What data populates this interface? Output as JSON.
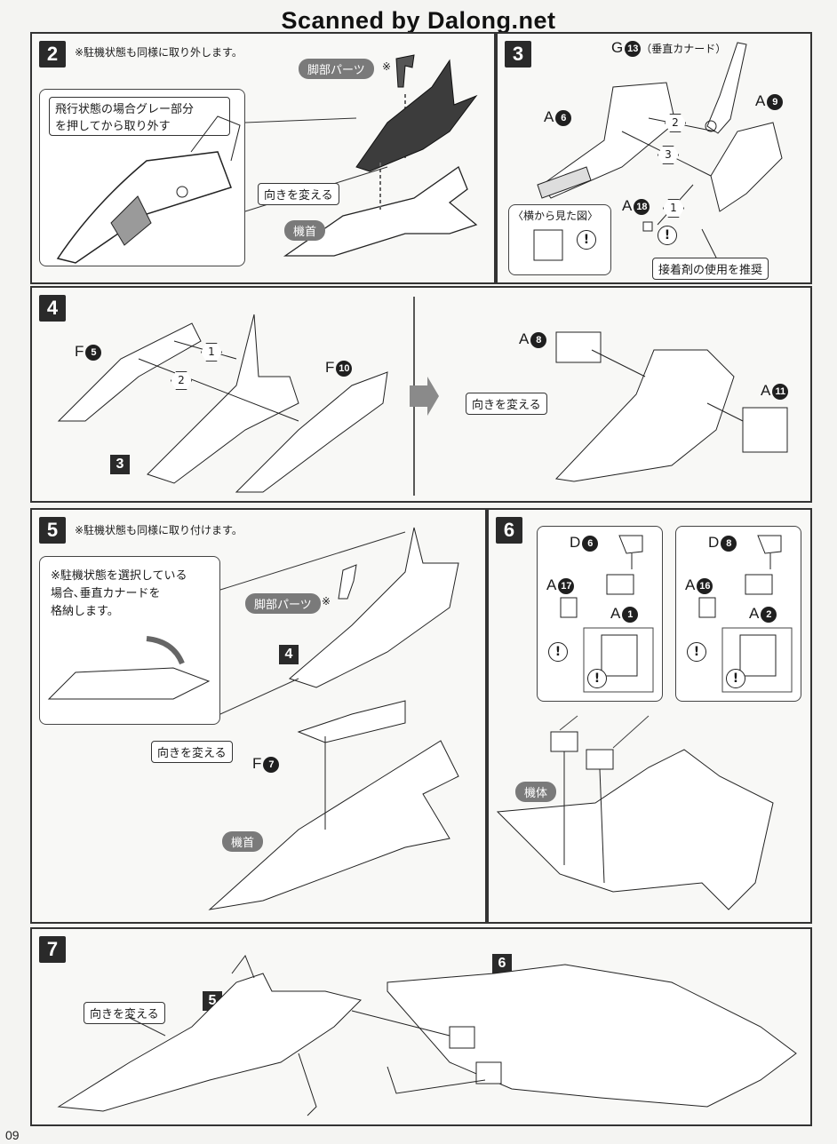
{
  "watermark": "Scanned by Dalong.net",
  "page_number": "09",
  "common": {
    "turn_around": "向きを変える",
    "nose": "機首",
    "leg_parts": "脚部パーツ",
    "body": "機体",
    "asterisk": "※",
    "warn_mark": "!"
  },
  "step2": {
    "number": "2",
    "note": "※駐機状態も同様に取り外します。",
    "callout": [
      "飛行状態の場合グレー部分",
      "を押してから取り外す"
    ]
  },
  "step3": {
    "number": "3",
    "g13": "G",
    "g13_num": "13",
    "canard": "（垂直カナード）",
    "a6": "A",
    "a6_num": "6",
    "a9": "A",
    "a9_num": "9",
    "a18": "A",
    "a18_num": "18",
    "side_view": "〈横から見た図〉",
    "glue": "接着剤の使用を推奨",
    "hex": [
      "1",
      "2",
      "3"
    ]
  },
  "step4": {
    "number": "4",
    "f5": "F",
    "f5_num": "5",
    "f10": "F",
    "f10_num": "10",
    "a8": "A",
    "a8_num": "8",
    "a11": "A",
    "a11_num": "11",
    "ref": "3",
    "hex": [
      "1",
      "2"
    ]
  },
  "step5": {
    "number": "5",
    "note": "※駐機状態も同様に取り付けます。",
    "callout": [
      "※駐機状態を選択している",
      "場合､垂直カナードを",
      "格納します。"
    ],
    "f7": "F",
    "f7_num": "7",
    "ref": "4"
  },
  "step6": {
    "number": "6",
    "left": {
      "d": "D",
      "d_num": "6",
      "a_top": "A",
      "a_top_num": "17",
      "a_bottom": "A",
      "a_bottom_num": "1"
    },
    "right": {
      "d": "D",
      "d_num": "8",
      "a_top": "A",
      "a_top_num": "16",
      "a_bottom": "A",
      "a_bottom_num": "2"
    }
  },
  "step7": {
    "number": "7",
    "ref5": "5",
    "ref6": "6"
  }
}
